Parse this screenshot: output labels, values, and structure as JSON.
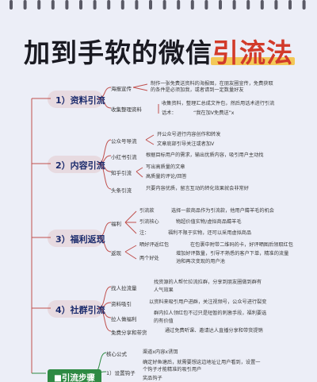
{
  "title": {
    "part1": "加到手软的微信",
    "part2": "引流法"
  },
  "sections": [
    {
      "label": "1）资料引流",
      "nodes": [
        {
          "label": "海报宣传",
          "desc": [
            "制作一张免费送资料的海报图，在朋友圈宣传，免费获取",
            "的条件是必须加我，或者请到一定数量好友"
          ]
        },
        {
          "label": "收集整理资料",
          "desc": [
            "收集资料，整理汇总成文件包，然后用话术进行引流"
          ],
          "sub": "话术：",
          "subdesc": "“我在加V免费送”x"
        }
      ]
    },
    {
      "label": "2）内容引流",
      "nodes": [
        {
          "label": "公众号导流",
          "desc": [
            "开公众号进行内容创作和转发",
            "文章底部引导关注或者加V"
          ]
        },
        {
          "label": "小红书引流",
          "desc": [
            "根据目标用户的需求，输出优质内容，吸引用户主动找"
          ]
        },
        {
          "label": "知乎引流",
          "desc": [
            "写出高质量的文章",
            "高质量的评论/回答"
          ]
        },
        {
          "label": "头条引流",
          "desc": [
            "只要内容优质，留言互动的转化效果就会非常好"
          ]
        }
      ]
    },
    {
      "label": "3）福利返现",
      "nodes": [
        {
          "label": "福利",
          "items": [
            {
              "k": "引流款",
              "v": "选择一款商品作为引流款，他用户薅羊毛的机会"
            },
            {
              "k": "引流核心",
              "v": "物超价值实物/虚拟商品薅羊毛"
            },
            {
              "k": "注：",
              "v": "福利不限于实物，还可以采用虚拟商品"
            }
          ]
        },
        {
          "label": "返现",
          "items": [
            {
              "k": "晒好评返红包",
              "v": "在包裹中附带二维码的卡，好评晒图后领取红包"
            },
            {
              "k": "两个好处",
              "v": [
                "增加好评数量，引导不熟悉的客户下单，精准的流量",
                "池和再次变现的用户池"
              ]
            }
          ]
        }
      ]
    },
    {
      "label": "4）社群引流",
      "nodes": [
        {
          "label": "找人拉流量",
          "desc": [
            "找资源的人帮忙拉流拉群，分享到朋友圈做到群有",
            "人气效果"
          ]
        },
        {
          "label": "资料吸引",
          "desc": [
            "以资料来吸引用户进群，关注视频号，公众号进行裂变"
          ]
        },
        {
          "label": "拉人做福利",
          "desc": [
            "群内拉人领红包不过只是短暂的刺激手段，福利要选",
            "的有价值"
          ]
        },
        {
          "label": "免费分享和带货",
          "desc": [
            "通过免费听课、邀请达人直播分享和带货提销"
          ]
        }
      ]
    },
    {
      "label": "■引流步骤",
      "nodes": [
        {
          "label": "核心公式",
          "desc": [
            "渠道x内容x诱饵"
          ]
        },
        {
          "label": "1）设置钩子",
          "desc": [
            "确定好鱼塘后，就需要想这边地址让用户看到，设置一",
            "个钩子才能精准的吸引用户"
          ],
          "sub": "",
          "subdesc": "奖品钩子"
        }
      ]
    }
  ]
}
